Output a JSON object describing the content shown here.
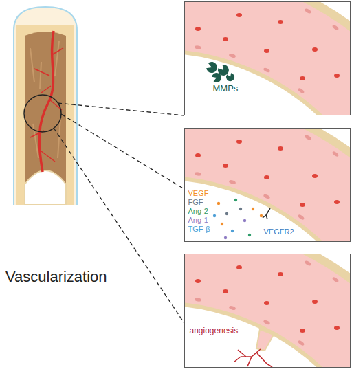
{
  "diagram": {
    "nodes": [
      {
        "text": [
          "MMPs"
        ]
      },
      {
        "text": [
          "VEGF",
          "FGF",
          "Ang-2",
          "Ang-1",
          "TGF-β",
          "VEGFR2"
        ]
      },
      {
        "text": [
          "angiogenesis"
        ]
      }
    ],
    "labels": [
      "Vascularization"
    ]
  }
}
